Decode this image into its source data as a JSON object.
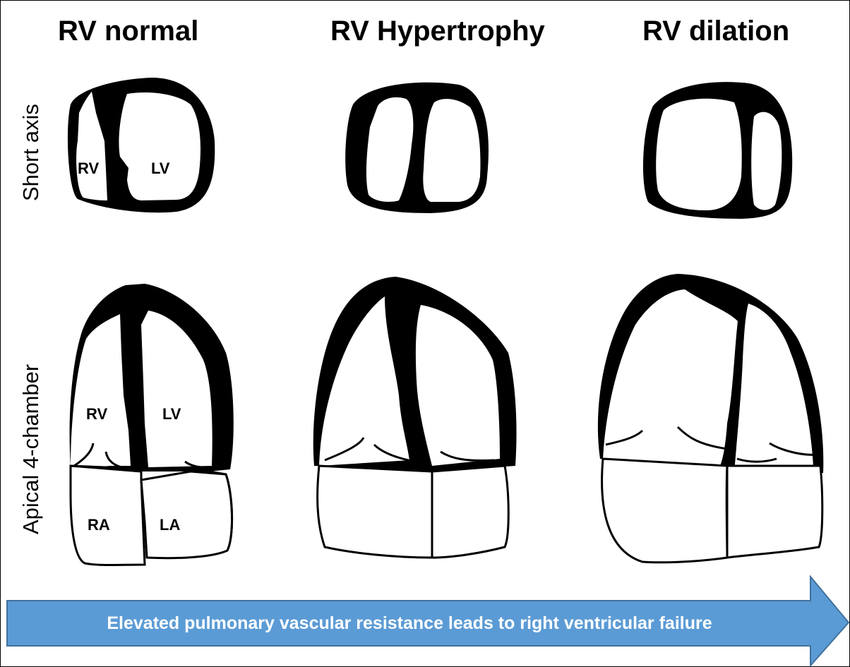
{
  "columns": {
    "normal": "RV normal",
    "hypertrophy": "RV Hypertrophy",
    "dilation": "RV dilation"
  },
  "rows": {
    "short_axis": "Short axis",
    "apical": "Apical 4-chamber"
  },
  "chambers": {
    "rv": "RV",
    "lv": "LV",
    "ra": "RA",
    "la": "LA"
  },
  "arrow": {
    "label": "Elevated pulmonary vascular resistance leads to right ventricular failure",
    "color": "#5B9BD5"
  },
  "colors": {
    "wall": "#000000",
    "cavity": "#ffffff",
    "arrow_border": "#41719C"
  }
}
